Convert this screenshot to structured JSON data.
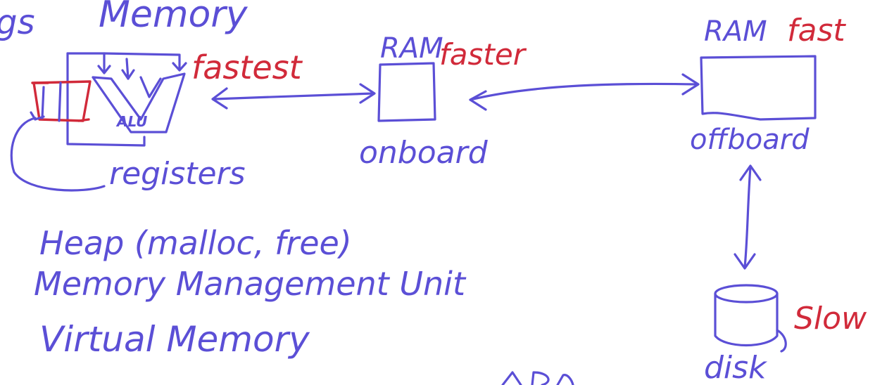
{
  "colors": {
    "ink_blue": "#5b4fd6",
    "ink_red": "#d12a3a",
    "background": "#ffffff"
  },
  "labels": {
    "partial_left_word": "gs",
    "memory_heading": "Memory",
    "cpu_speed": "fastest",
    "alu": "ALU",
    "registers": "registers",
    "onboard_ram_title": "RAM",
    "onboard_ram_speed": "faster",
    "onboard_ram_location": "onboard",
    "offboard_ram_title": "RAM",
    "offboard_ram_speed": "fast",
    "offboard_ram_location": "offboard",
    "disk_speed": "Slow",
    "disk_label": "disk",
    "notes": [
      "Heap (malloc, free)",
      "Memory Management Unit",
      "Virtual Memory"
    ]
  },
  "icons": {
    "cpu": "cpu-sketch-icon",
    "ram": "ram-box-icon",
    "disk": "disk-cylinder-icon"
  }
}
